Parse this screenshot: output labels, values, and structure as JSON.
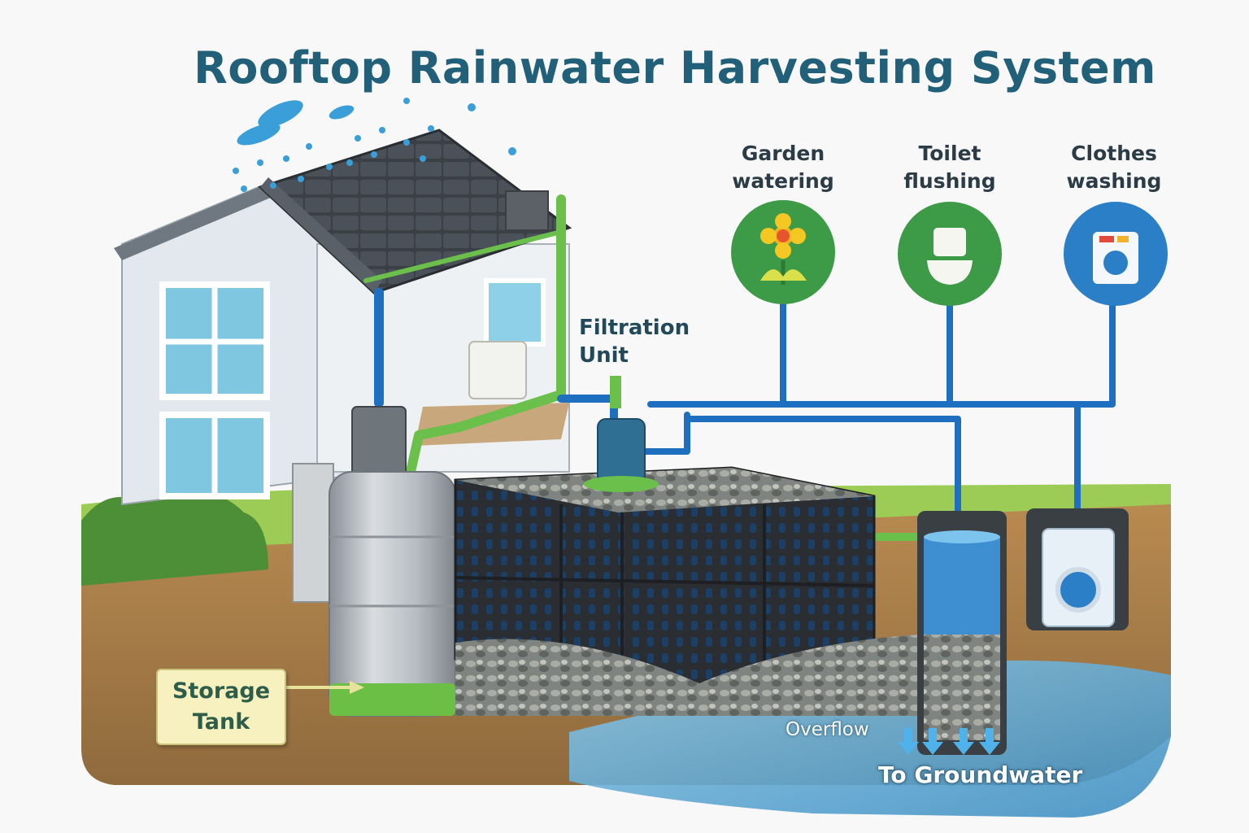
{
  "title": "Rooftop Rainwater Harvesting System",
  "uses": [
    {
      "label": "Garden\nwatering",
      "icon": "flower-icon",
      "color": "#3d9b47"
    },
    {
      "label": "Toilet\nflushing",
      "icon": "toilet-icon",
      "color": "#3d9b47"
    },
    {
      "label": "Clothes\nwashing",
      "icon": "washing-machine-icon",
      "color": "#2a7fc7"
    }
  ],
  "labels": {
    "filtration": "Filtration\nUnit",
    "storage": "Storage\nTank",
    "overflow": "Overflow",
    "groundwater": "To Groundwater"
  },
  "colors": {
    "title": "#22607a",
    "pipe_blue": "#1f6fc0",
    "pipe_green": "#6ac04a",
    "soil": "#a07845",
    "grass": "#9ccc55",
    "water": "#5fa9d6"
  }
}
